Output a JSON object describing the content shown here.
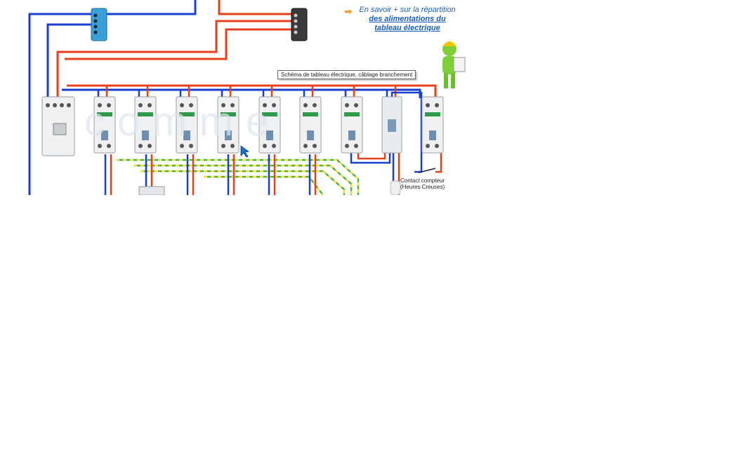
{
  "link": {
    "line1": "En savoir + sur la répartition",
    "line2": "des alimentations du",
    "line3": "tableau électrique"
  },
  "tooltip": "Schéma de tableau électrique, câblage branchement",
  "contact": {
    "line1": "Contact compteur",
    "line2": "(Heures Creuses)"
  },
  "colors": {
    "phase": "#e8401c",
    "neutral": "#1a3fcf",
    "earth_green": "#4caf50",
    "earth_yellow": "#f2e34a",
    "link": "#1a5fb4"
  },
  "icons": [
    "arrow-icon",
    "engineer-figure-icon",
    "cursor-icon"
  ]
}
